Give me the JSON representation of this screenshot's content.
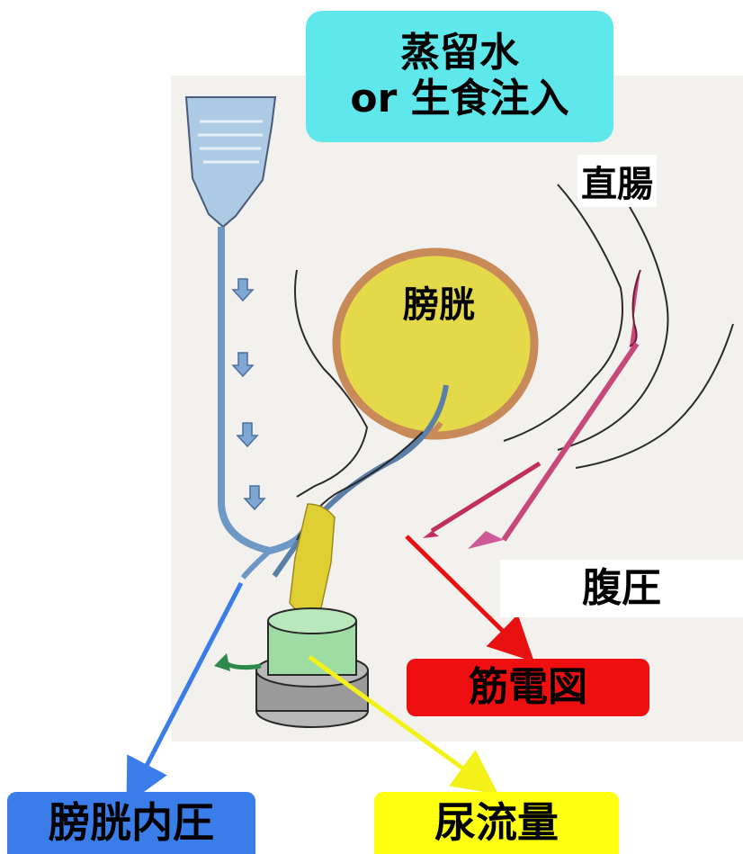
{
  "labels": {
    "infusion_line1": "蒸留水",
    "infusion_line2": "or 生食注入",
    "rectum": "直腸",
    "bladder": "膀胱",
    "abdominal_pressure": "腹圧",
    "emg": "筋電図",
    "bladder_pressure": "膀胱内圧",
    "uroflow": "尿流量"
  },
  "colors": {
    "infusion_box": "#5ee8ec",
    "emg_box": "#ee1010",
    "bladder_pressure_box": "#3a7ce8",
    "uroflow_box": "#ffff10",
    "bladder_fill": "#e4d948",
    "bladder_wall": "#c98a5a",
    "catheter": "#8fb2d6",
    "rectal_catheter": "#c8487a"
  }
}
